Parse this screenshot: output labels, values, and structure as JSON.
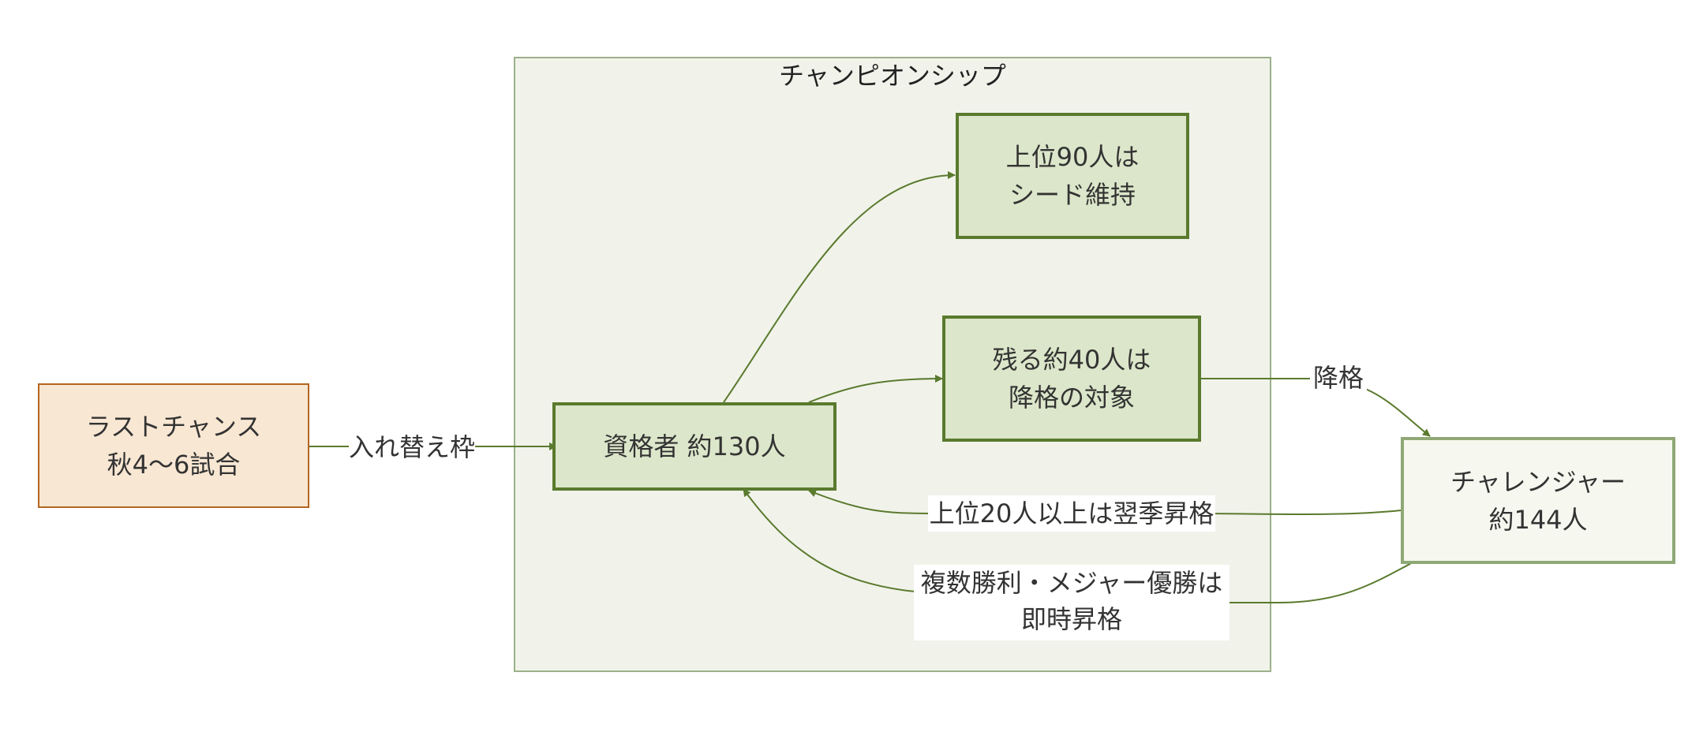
{
  "container": {
    "title": "チャンピオンシップ"
  },
  "nodes": {
    "last_chance": "ラストチャンス\n秋4〜6試合",
    "qualified": "資格者 約130人",
    "top90": "上位90人は\nシード維持",
    "remaining40": "残る約40人は\n降格の対象",
    "challenger": "チャレンジャー\n約144人"
  },
  "edges": {
    "replacement": "入れ替え枠",
    "relegation": "降格",
    "promotion_next": "上位20人以上は翌季昇格",
    "promotion_immediate": "複数勝利・メジャー優勝は\n即時昇格"
  },
  "colors": {
    "green_fill": "#dce6ca",
    "green_border": "#5a7a2e",
    "orange_fill": "#f8e7d3",
    "orange_border": "#b4651f",
    "challenger_fill": "#f6f8ef",
    "challenger_border": "#8fa876",
    "container_fill": "#f1f3ea",
    "container_border": "#9cb08a",
    "arrow": "#5a7a2e"
  }
}
